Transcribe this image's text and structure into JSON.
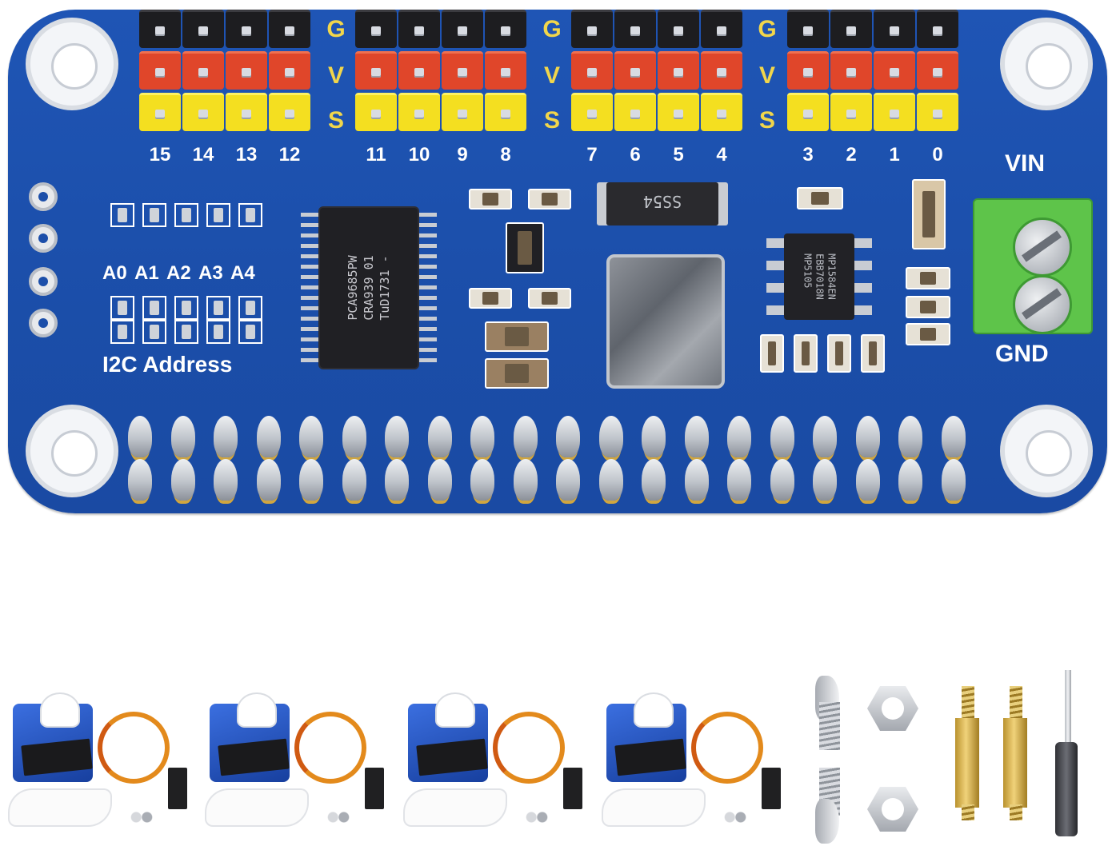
{
  "board": {
    "header_groups": [
      {
        "channels": [
          "15",
          "14",
          "13",
          "12"
        ]
      },
      {
        "channels": [
          "11",
          "10",
          "9",
          "8"
        ]
      },
      {
        "channels": [
          "7",
          "6",
          "5",
          "4"
        ]
      },
      {
        "channels": [
          "3",
          "2",
          "1",
          "0"
        ]
      }
    ],
    "row_labels": {
      "g": "G",
      "v": "V",
      "s": "S"
    },
    "address_jumpers": [
      "A0",
      "A1",
      "A2",
      "A3",
      "A4"
    ],
    "i2c_label": "I2C Address",
    "power_labels": {
      "vin": "VIN",
      "gnd": "GND"
    },
    "main_chip_text": [
      "PCA9685PW",
      "CRA939  01",
      "TuD1731 -"
    ],
    "diode_text": "SS54",
    "regulator_text": [
      "MP1584EN",
      "EBB7018N",
      "MP5105"
    ],
    "colors": {
      "pcb": "#1b4ea9",
      "ground_pins": "#1d1d20",
      "power_pins": "#e0462a",
      "signal_pins": "#f4df20",
      "terminal": "#5ec44a",
      "silkscreen_accent": "#f1d64b"
    }
  },
  "accessories": {
    "servo_count": 4,
    "icons": [
      "servo-icon",
      "screw-icon",
      "nut-icon",
      "copper-standoff-icon",
      "screwdriver-icon"
    ]
  }
}
